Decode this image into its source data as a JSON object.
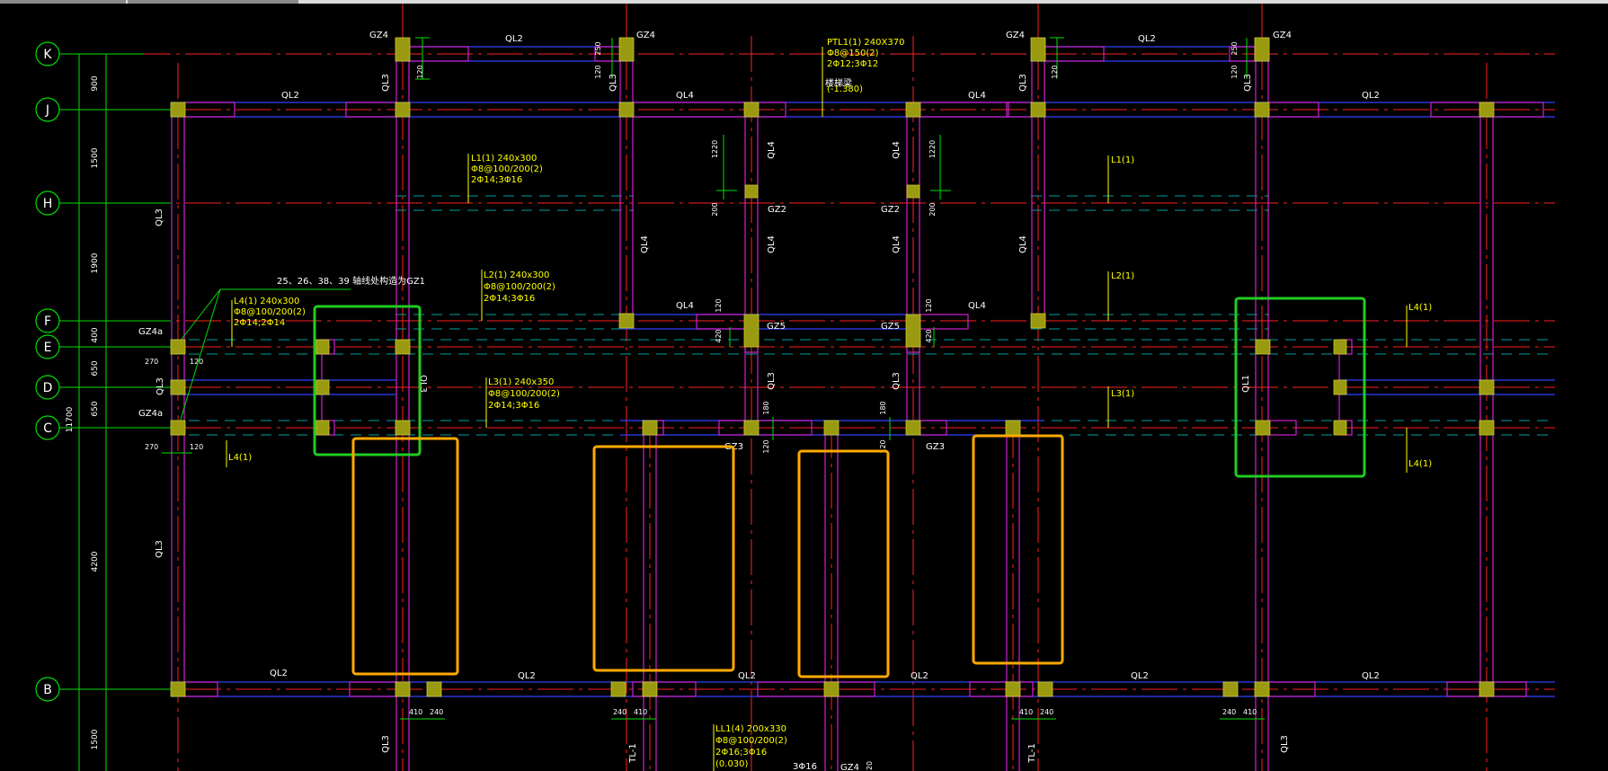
{
  "colors": {
    "background": "#000000",
    "axis": "#ff2020",
    "grid_green": "#00e000",
    "wall": "#d020d0",
    "beam_blue": "#3040ff",
    "column": "#9a9a10",
    "yellow_text": "#ffff00",
    "white_text": "#ffffff",
    "dash_cyan": "#00a0a0",
    "highlight_green": "#22cc22",
    "highlight_orange": "#ffaa00"
  },
  "axes": {
    "K": "K",
    "J": "J",
    "H": "H",
    "F": "F",
    "E": "E",
    "D": "D",
    "C": "C",
    "B": "B"
  },
  "dims": {
    "d1": "900",
    "d2": "1500",
    "d3": "1900",
    "d4": "400",
    "d5": "650",
    "d6": "650",
    "d7": "4200",
    "d8": "1500",
    "total": "11700"
  },
  "labels": {
    "gz4_a": "GZ4",
    "gz4_b": "GZ4",
    "gz4_c": "GZ4",
    "gz4_d": "GZ4",
    "ql2_k1": "QL2",
    "ql2_k2": "QL2",
    "ql2_j1": "QL2",
    "ql2_j2": "QL2",
    "ql4_j1": "QL4",
    "ql4_j2": "QL4",
    "ql3_v1": "QL3",
    "ql3_v2": "QL3",
    "ql3_v3": "QL3",
    "ql3_v4": "QL3",
    "ql3_left1": "QL3",
    "ql3_left2": "QL3",
    "ql3_left3": "QL3",
    "ptl1_1": "PTL1(1) 240X370",
    "ptl1_2": "Φ8@150(2)",
    "ptl1_3": "2Φ12;3Φ12",
    "ptl1_4": "楼梯梁",
    "ptl1_5": "(-1.380)",
    "l1_1": "L1(1) 240x300",
    "l1_2": "Φ8@100/200(2)",
    "l1_3": "2Φ14;3Φ16",
    "l1r": "L1(1)",
    "l2_1": "L2(1) 240x300",
    "l2_2": "Φ8@100/200(2)",
    "l2_3": "2Φ14;3Φ16",
    "l2r": "L2(1)",
    "l3_1": "L3(1) 240x350",
    "l3_2": "Φ8@100/200(2)",
    "l3_3": "2Φ14;3Φ16",
    "l3r": "L3(1)",
    "l4_1": "L4(1) 240x300",
    "l4_2": "Φ8@100/200(2)",
    "l4_3": "2Φ14;2Φ14",
    "l4_bot": "L4(1)",
    "l4r_top": "L4(1)",
    "l4r_bot": "L4(1)",
    "note": "25、26、38、39 轴线处构造为GZ1",
    "gz4a_left1": "GZ4a",
    "gz4a_left2": "GZ4a",
    "gz2_a": "GZ2",
    "gz2_b": "GZ2",
    "gz5_a": "GZ5",
    "gz5_b": "GZ5",
    "gz3_a": "GZ3",
    "gz3_b": "GZ3",
    "gz4_bottom": "GZ4",
    "ql4_f1": "QL4",
    "ql4_f2": "QL4",
    "ql4_v1": "QL4",
    "ql4_v2": "QL4",
    "ql4_v3": "QL4",
    "ql4_v4": "QL4",
    "ql4_v5": "QL4",
    "ql4_v6": "QL4",
    "ql3_m1": "QL3",
    "ql3_m2": "QL3",
    "ql1_r": "QL1",
    "ql3_e": "QL3",
    "ql2_b1": "QL2",
    "ql2_b2": "QL2",
    "ql2_b3": "QL2",
    "ql2_b4": "QL2",
    "ql2_b5": "QL2",
    "ql2_b6": "QL2",
    "ll1_1": "LL1(4) 200x330",
    "ll1_2": "Φ8@100/200(2)",
    "ll1_3": "2Φ16;3Φ16",
    "ll1_4": "(0.030)",
    "bot_3phi": "3Φ16",
    "tl1_a": "TL-1",
    "tl1_b": "TL-1",
    "ql3_bot1": "QL3",
    "ql3_bot2": "QL3",
    "n250a": "250",
    "n250b": "250",
    "n120a": "120",
    "n120b": "120",
    "n120c": "120",
    "n120d": "120",
    "n1220a": "1220",
    "n1220b": "1220",
    "n200a": "200",
    "n200b": "200",
    "n120e": "120",
    "n420a": "420",
    "n120f": "120",
    "n420b": "420",
    "n180a": "180",
    "n120g": "120",
    "n180b": "180",
    "n120h": "120",
    "n270a": "270",
    "n120i": "120",
    "n270b": "270",
    "n120j": "120",
    "n410a": "410",
    "n240a": "240",
    "n240b": "240",
    "n410b": "410",
    "n410c": "410",
    "n240c": "240",
    "n240d": "240",
    "n410d": "410",
    "n20": "20"
  }
}
